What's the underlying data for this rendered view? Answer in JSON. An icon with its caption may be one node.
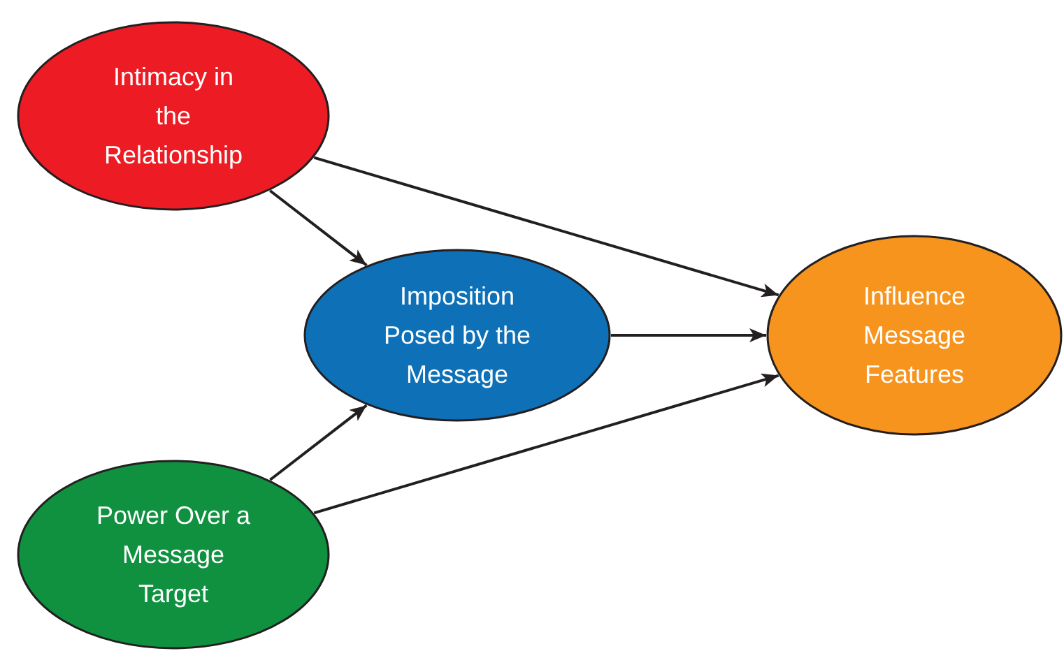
{
  "diagram": {
    "nodes": [
      {
        "text": [
          "Intimacy in the Relationship"
        ]
      },
      {
        "text": [
          "Imposition Posed by the Message"
        ]
      },
      {
        "text": [
          "Influence Message Features"
        ]
      },
      {
        "text": [
          "Power Over a Message Target"
        ]
      }
    ],
    "edges": [
      {
        "from": 0,
        "to": 1,
        "arrow": "to"
      },
      {
        "from": 0,
        "to": 2,
        "arrow": "to"
      },
      {
        "from": 1,
        "to": 2,
        "arrow": "to"
      },
      {
        "from": 3,
        "to": 1,
        "arrow": "to"
      },
      {
        "from": 3,
        "to": 2,
        "arrow": "to"
      }
    ]
  }
}
